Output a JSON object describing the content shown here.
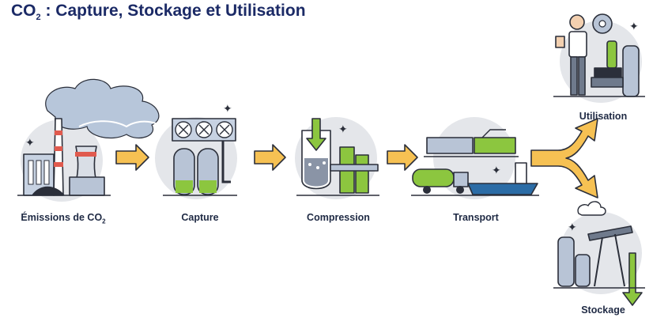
{
  "title": {
    "prefix": "CO",
    "sub": "2",
    "rest": " : Capture, Stockage et Utilisation"
  },
  "stages": {
    "emissions": {
      "prefix": "Émissions de CO",
      "sub": "2"
    },
    "capture": "Capture",
    "compression": "Compression",
    "transport": "Transport",
    "utilisation": "Utilisation",
    "stockage": "Stockage"
  },
  "colors": {
    "title": "#1b2a66",
    "arrow": "#f6c153",
    "arrow_outline": "#2b2f3a",
    "circle_bg": "#e4e6ea",
    "steel": "#b8c4d6",
    "green": "#8cc63f",
    "smoke": "#a9b9d0"
  }
}
